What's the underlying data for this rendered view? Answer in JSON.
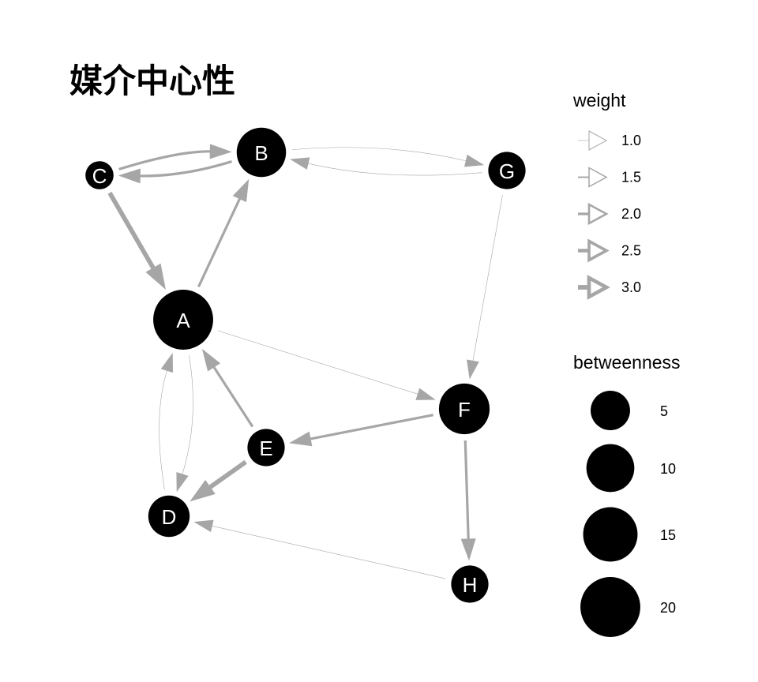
{
  "title": "媒介中心性",
  "colors": {
    "node": "#000000",
    "edge": "#a6a6a6",
    "node_label": "#ffffff"
  },
  "nodes": [
    {
      "id": "A",
      "betweenness": 20
    },
    {
      "id": "B",
      "betweenness": 11
    },
    {
      "id": "C",
      "betweenness": 1
    },
    {
      "id": "D",
      "betweenness": 6
    },
    {
      "id": "E",
      "betweenness": 4
    },
    {
      "id": "F",
      "betweenness": 12
    },
    {
      "id": "G",
      "betweenness": 4
    },
    {
      "id": "H",
      "betweenness": 4
    }
  ],
  "edges": [
    {
      "from": "C",
      "to": "B",
      "weight": 2.0
    },
    {
      "from": "B",
      "to": "C",
      "weight": 2.0
    },
    {
      "from": "C",
      "to": "A",
      "weight": 3.0
    },
    {
      "from": "A",
      "to": "B",
      "weight": 2.0
    },
    {
      "from": "B",
      "to": "G",
      "weight": 1.0
    },
    {
      "from": "G",
      "to": "B",
      "weight": 1.0
    },
    {
      "from": "G",
      "to": "F",
      "weight": 1.0
    },
    {
      "from": "A",
      "to": "F",
      "weight": 1.0
    },
    {
      "from": "F",
      "to": "E",
      "weight": 2.0
    },
    {
      "from": "F",
      "to": "H",
      "weight": 2.0
    },
    {
      "from": "E",
      "to": "A",
      "weight": 2.0
    },
    {
      "from": "E",
      "to": "D",
      "weight": 3.0
    },
    {
      "from": "A",
      "to": "D",
      "weight": 1.0
    },
    {
      "from": "D",
      "to": "A",
      "weight": 1.0
    },
    {
      "from": "H",
      "to": "D",
      "weight": 1.0
    }
  ],
  "legend_weight": {
    "title": "weight",
    "items": [
      {
        "value": 1.0,
        "label": "1.0"
      },
      {
        "value": 1.5,
        "label": "1.5"
      },
      {
        "value": 2.0,
        "label": "2.0"
      },
      {
        "value": 2.5,
        "label": "2.5"
      },
      {
        "value": 3.0,
        "label": "3.0"
      }
    ]
  },
  "legend_betweenness": {
    "title": "betweenness",
    "items": [
      {
        "value": 5,
        "label": "5"
      },
      {
        "value": 10,
        "label": "10"
      },
      {
        "value": 15,
        "label": "15"
      },
      {
        "value": 20,
        "label": "20"
      }
    ]
  }
}
